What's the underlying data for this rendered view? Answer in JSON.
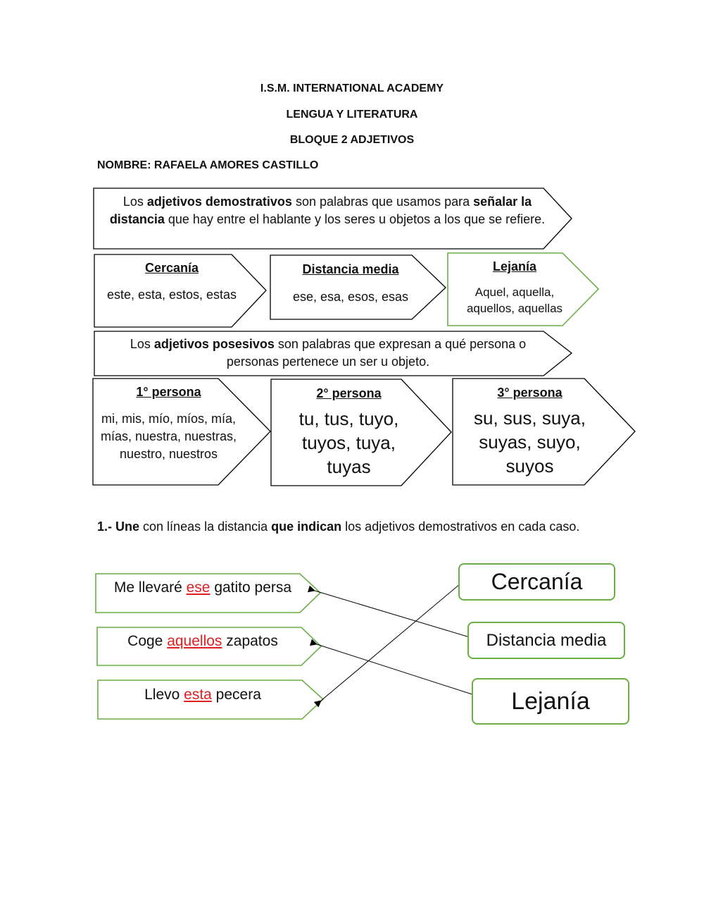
{
  "header": {
    "school": "I.S.M. INTERNATIONAL ACADEMY",
    "subject": "LENGUA Y LITERATURA",
    "unit": "BLOQUE 2 ADJETIVOS",
    "student": "NOMBRE: RAFAELA AMORES CASTILLO"
  },
  "demostrativos": {
    "def_pre": "Los ",
    "def_b1": "adjetivos demostrativos",
    "def_mid": " son palabras que usamos para ",
    "def_b2": "señalar la distancia",
    "def_post": " que hay entre el hablante y los seres u objetos a los que se refiere.",
    "items": [
      {
        "title": "Cercanía",
        "words": "este, esta, estos, estas"
      },
      {
        "title": "Distancia media",
        "words": "ese, esa, esos, esas"
      },
      {
        "title": "Lejanía",
        "words": "Aquel, aquella, aquellos, aquellas"
      }
    ]
  },
  "posesivos": {
    "def_pre": "Los ",
    "def_b1": "adjetivos posesivos",
    "def_post": " son palabras que expresan a qué persona o personas pertenece un ser u objeto.",
    "items": [
      {
        "title": "1° persona",
        "words": "mi, mis, mío, míos, mía, mías, nuestra, nuestras, nuestro, nuestros"
      },
      {
        "title": "2° persona",
        "words": "tu, tus, tuyo, tuyos, tuya, tuyas"
      },
      {
        "title": "3° persona",
        "words": "su, sus, suya, suyas, suyo, suyos"
      }
    ]
  },
  "exercise": {
    "num": "1.- ",
    "b1": "Une",
    "t1": " con líneas la distancia ",
    "b2": "que indican",
    "t2": " los adjetivos demostrativos en cada caso.",
    "sentences": [
      {
        "pre": "Me llevaré ",
        "adj": "ese",
        "post": " gatito persa"
      },
      {
        "pre": "Coge ",
        "adj": "aquellos",
        "post": " zapatos"
      },
      {
        "pre": "Llevo ",
        "adj": "esta",
        "post": " pecera"
      }
    ],
    "answers": [
      "Cercanía",
      "Distancia media",
      "Lejanía"
    ]
  },
  "colors": {
    "green": "#6aaf45",
    "red": "#e02020"
  }
}
